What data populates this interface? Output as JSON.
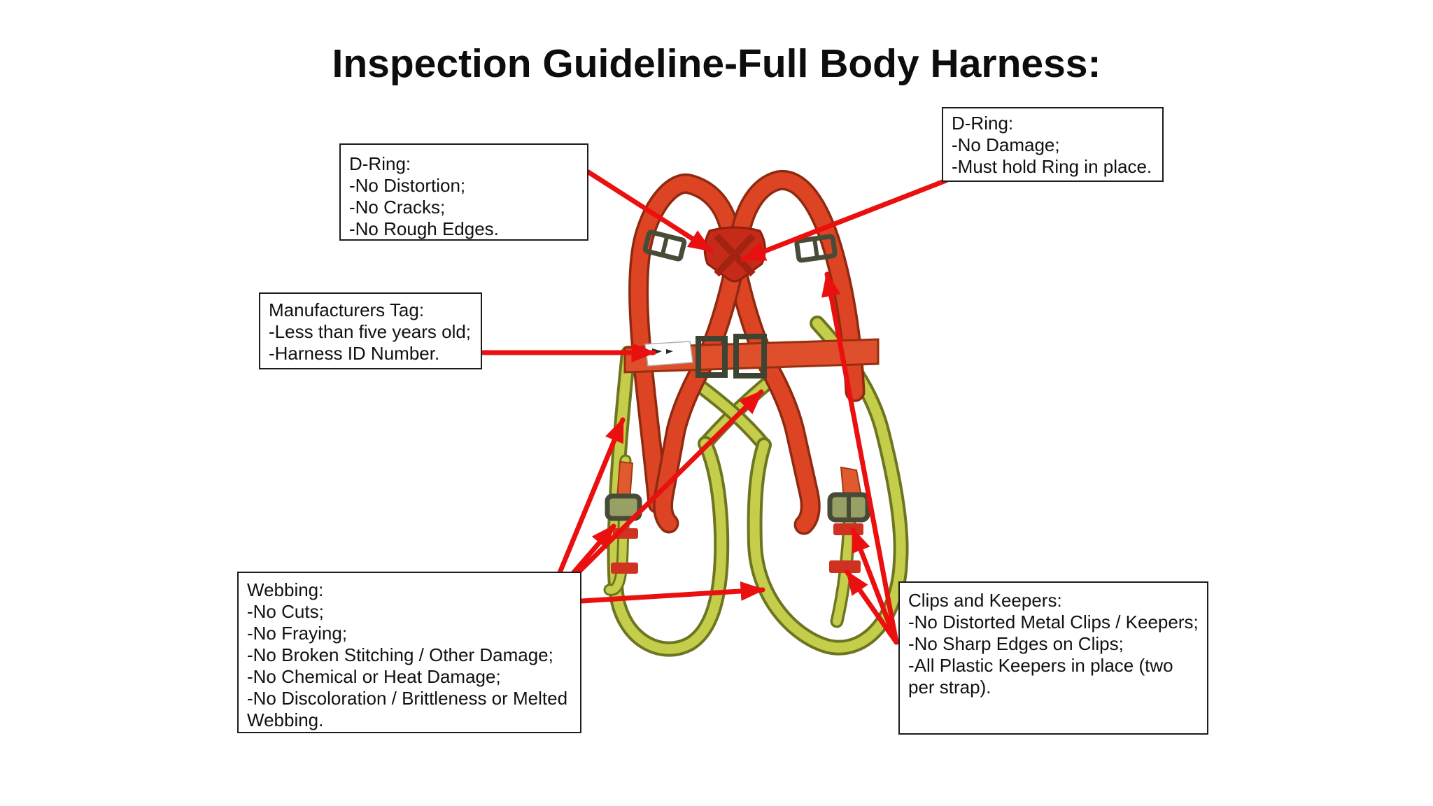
{
  "title": "Inspection Guideline-Full Body Harness:",
  "callouts": {
    "dring_left": {
      "lines": [
        "D-Ring:",
        "-No Distortion;",
        "-No Cracks;",
        "-No Rough Edges."
      ]
    },
    "dring_right": {
      "lines": [
        "D-Ring:",
        "-No Damage;",
        "-Must hold Ring in place."
      ]
    },
    "manufacturers_tag": {
      "lines": [
        "Manufacturers Tag:",
        "-Less than five years old;",
        "-Harness ID Number."
      ]
    },
    "webbing": {
      "lines": [
        "Webbing:",
        "-No Cuts;",
        "-No Fraying;",
        "-No Broken Stitching / Other Damage;",
        "-No Chemical or Heat Damage;",
        "-No Discoloration / Brittleness or Melted",
        "Webbing."
      ]
    },
    "clips_keepers": {
      "lines": [
        "Clips and Keepers:",
        "-No Distorted Metal Clips / Keepers;",
        "-No Sharp Edges on Clips;",
        "-All Plastic Keepers in place (two",
        "per strap)."
      ]
    }
  },
  "colors": {
    "background": "#ffffff",
    "text": "#111111",
    "box_border": "#1c1c1c",
    "annotation_arrow_red": "#ea1010",
    "strap_red": "#dc4423",
    "strap_red_dark_edge": "#8f2a10",
    "chest_pad_red": "#c52b18",
    "belt_orange_red": "#df4f2b",
    "webbing_yellow": "#c5ce4b",
    "webbing_olive_edge": "#6e7520",
    "keeper_red": "#cf3220",
    "metal_clip_olive": "#454b36",
    "tag_white": "#ffffff"
  }
}
